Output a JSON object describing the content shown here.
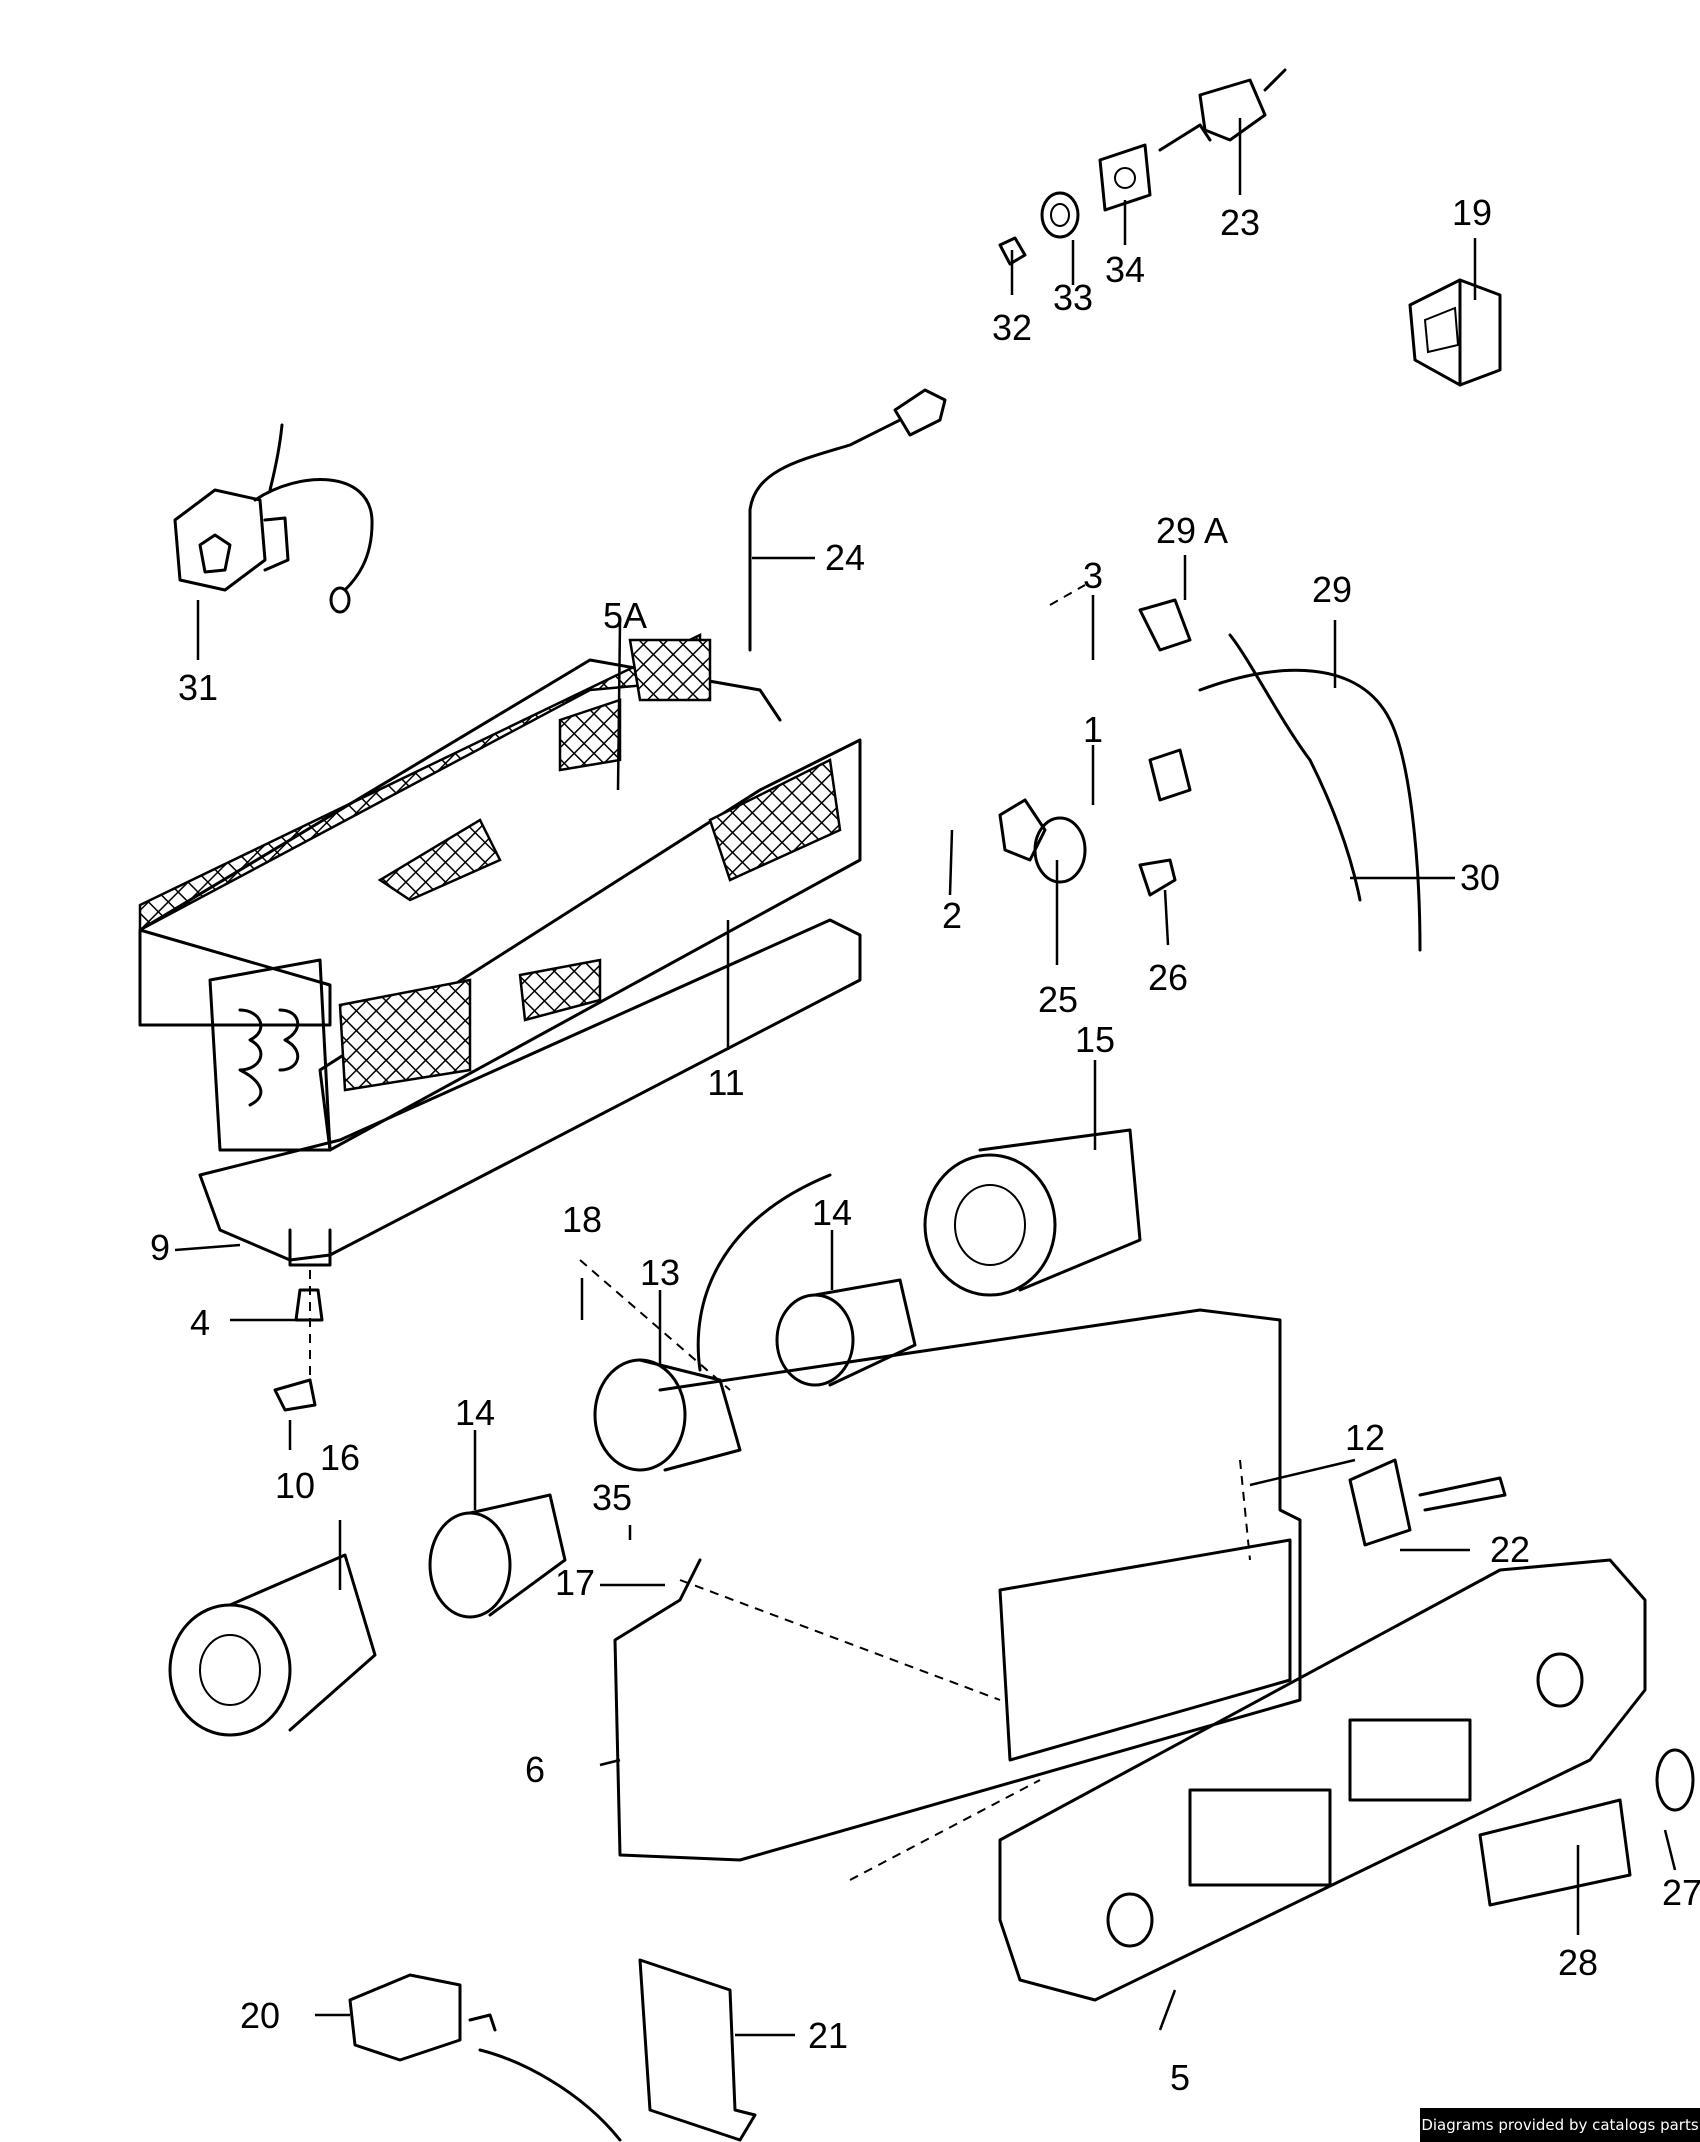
{
  "callouts": [
    {
      "id": "p1",
      "text": "1"
    },
    {
      "id": "p2",
      "text": "2"
    },
    {
      "id": "p3",
      "text": "3"
    },
    {
      "id": "p4",
      "text": "4"
    },
    {
      "id": "p5",
      "text": "5"
    },
    {
      "id": "p5a",
      "text": "5A"
    },
    {
      "id": "p6",
      "text": "6"
    },
    {
      "id": "p9",
      "text": "9"
    },
    {
      "id": "p10",
      "text": "10"
    },
    {
      "id": "p11",
      "text": "11"
    },
    {
      "id": "p12",
      "text": "12"
    },
    {
      "id": "p13",
      "text": "13"
    },
    {
      "id": "p14a",
      "text": "14"
    },
    {
      "id": "p14b",
      "text": "14"
    },
    {
      "id": "p15",
      "text": "15"
    },
    {
      "id": "p16",
      "text": "16"
    },
    {
      "id": "p17",
      "text": "17"
    },
    {
      "id": "p18",
      "text": "18"
    },
    {
      "id": "p19",
      "text": "19"
    },
    {
      "id": "p20",
      "text": "20"
    },
    {
      "id": "p21",
      "text": "21"
    },
    {
      "id": "p22",
      "text": "22"
    },
    {
      "id": "p23",
      "text": "23"
    },
    {
      "id": "p24",
      "text": "24"
    },
    {
      "id": "p25",
      "text": "25"
    },
    {
      "id": "p26",
      "text": "26"
    },
    {
      "id": "p27",
      "text": "27"
    },
    {
      "id": "p28",
      "text": "28"
    },
    {
      "id": "p29",
      "text": "29"
    },
    {
      "id": "p29a",
      "text": "29 A"
    },
    {
      "id": "p30",
      "text": "30"
    },
    {
      "id": "p31",
      "text": "31"
    },
    {
      "id": "p32",
      "text": "32"
    },
    {
      "id": "p33",
      "text": "33"
    },
    {
      "id": "p34",
      "text": "34"
    },
    {
      "id": "p35",
      "text": "35"
    }
  ],
  "footer": {
    "text": "Diagrams provided by catalogs parts"
  }
}
